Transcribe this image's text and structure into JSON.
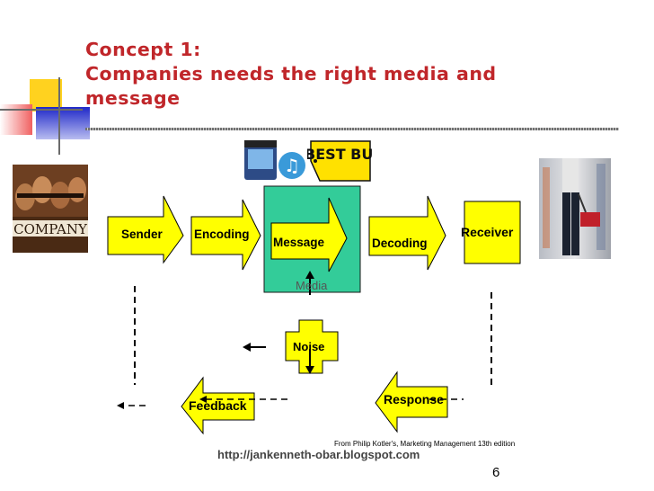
{
  "slide": {
    "title_line1": "Concept 1:",
    "title_line2": "Companies needs the right media and",
    "title_line3": "message",
    "page_number": "6",
    "source_note": "From Philip Kotler's, Marketing Management 13th edition",
    "url": "http://jankenneth-obar.blogspot.com"
  },
  "diagram": {
    "sender": "Sender",
    "encoding": "Encoding",
    "message": "Message",
    "media": "Media",
    "decoding": "Decoding",
    "receiver": "Receiver",
    "noise": "Noise",
    "response": "Response",
    "feedback": "Feedback"
  },
  "images": {
    "left_poster": "COMPANY",
    "logo": "BEST BUY"
  },
  "colors": {
    "title": "#c0262a",
    "shape_fill": "#ffff00",
    "message_box": "#33cc99"
  }
}
